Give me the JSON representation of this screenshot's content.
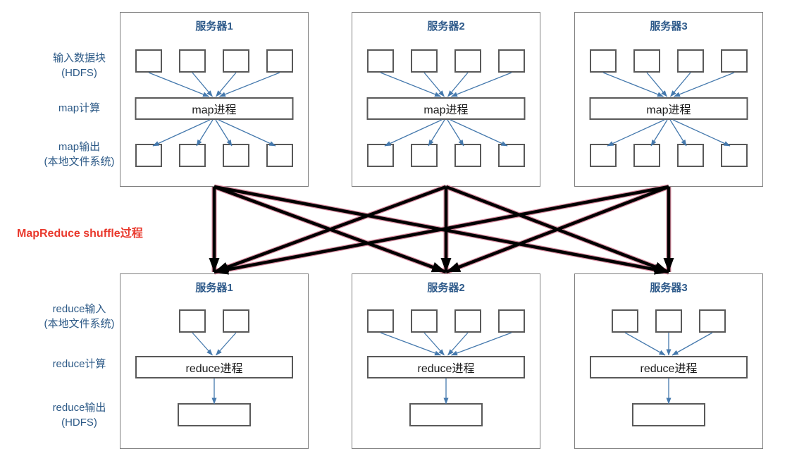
{
  "diagram": {
    "shuffle_label": "MapReduce shuffle过程",
    "map_row_labels": {
      "input_line1": "输入数据块",
      "input_line2": "(HDFS)",
      "compute": "map计算",
      "output_line1": "map输出",
      "output_line2": "(本地文件系统)"
    },
    "reduce_row_labels": {
      "input_line1": "reduce输入",
      "input_line2": "(本地文件系统)",
      "compute": "reduce计算",
      "output_line1": "reduce输出",
      "output_line2": "(HDFS)"
    },
    "map_servers": [
      {
        "title": "服务器1",
        "process": "map进程",
        "input_blocks": 4,
        "output_blocks": 4
      },
      {
        "title": "服务器2",
        "process": "map进程",
        "input_blocks": 4,
        "output_blocks": 4
      },
      {
        "title": "服务器3",
        "process": "map进程",
        "input_blocks": 4,
        "output_blocks": 4
      }
    ],
    "reduce_servers": [
      {
        "title": "服务器1",
        "process": "reduce进程",
        "input_blocks": 2,
        "output_blocks": 1
      },
      {
        "title": "服务器2",
        "process": "reduce进程",
        "input_blocks": 4,
        "output_blocks": 1
      },
      {
        "title": "服务器3",
        "process": "reduce进程",
        "input_blocks": 3,
        "output_blocks": 1
      }
    ],
    "colors": {
      "label_blue": "#2d5a87",
      "title_blue": "#2e5a8a",
      "arrow_blue": "#4579ad",
      "shuffle_black": "#000000",
      "shuffle_outline_pink": "#d98ca0",
      "shuffle_label_red": "#e9382c",
      "box_border_dark": "#595959",
      "server_border_gray": "#7f7f7f"
    }
  }
}
